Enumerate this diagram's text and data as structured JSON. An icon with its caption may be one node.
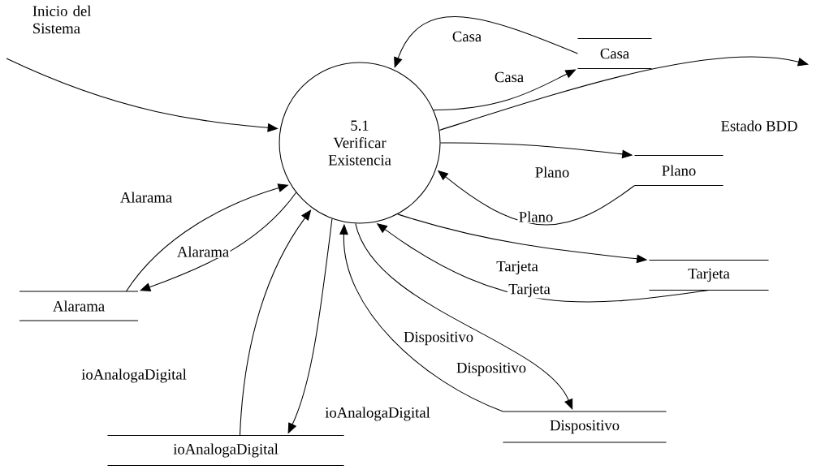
{
  "diagram": {
    "nodes": [
      {
        "text": [
          "5.1",
          "Verificar Existencia"
        ]
      },
      {
        "text": [
          "Casa"
        ]
      },
      {
        "text": [
          "Plano"
        ]
      },
      {
        "text": [
          "Tarjeta"
        ]
      },
      {
        "text": [
          "Alarama"
        ]
      },
      {
        "text": [
          "ioAnalogaDigital"
        ]
      },
      {
        "text": [
          "Dispositivo"
        ]
      }
    ],
    "edges": [
      {
        "from": null,
        "to": 0,
        "arrow": "to",
        "label": "Inicio del Sistema"
      },
      {
        "from": 1,
        "to": 0,
        "arrow": "to",
        "label": "Casa"
      },
      {
        "from": 0,
        "to": 1,
        "arrow": "to",
        "label": "Casa"
      },
      {
        "from": 0,
        "to": null,
        "arrow": "to",
        "label": "Estado BDD"
      },
      {
        "from": 0,
        "to": 2,
        "arrow": "to",
        "label": "Plano"
      },
      {
        "from": 2,
        "to": 0,
        "arrow": "to",
        "label": "Plano"
      },
      {
        "from": 0,
        "to": 3,
        "arrow": "to",
        "label": "Tarjeta"
      },
      {
        "from": 3,
        "to": 0,
        "arrow": "to",
        "label": "Tarjeta"
      },
      {
        "from": 4,
        "to": 0,
        "arrow": "to",
        "label": "Alarama"
      },
      {
        "from": 0,
        "to": 4,
        "arrow": "to",
        "label": "Alarama"
      },
      {
        "from": 5,
        "to": 0,
        "arrow": "to",
        "label": "ioAnalogaDigital"
      },
      {
        "from": 0,
        "to": 5,
        "arrow": "to",
        "label": "ioAnalogaDigital"
      },
      {
        "from": 6,
        "to": 0,
        "arrow": "to",
        "label": "Dispositivo"
      },
      {
        "from": 0,
        "to": 6,
        "arrow": "to",
        "label": "Dispositivo"
      }
    ]
  }
}
